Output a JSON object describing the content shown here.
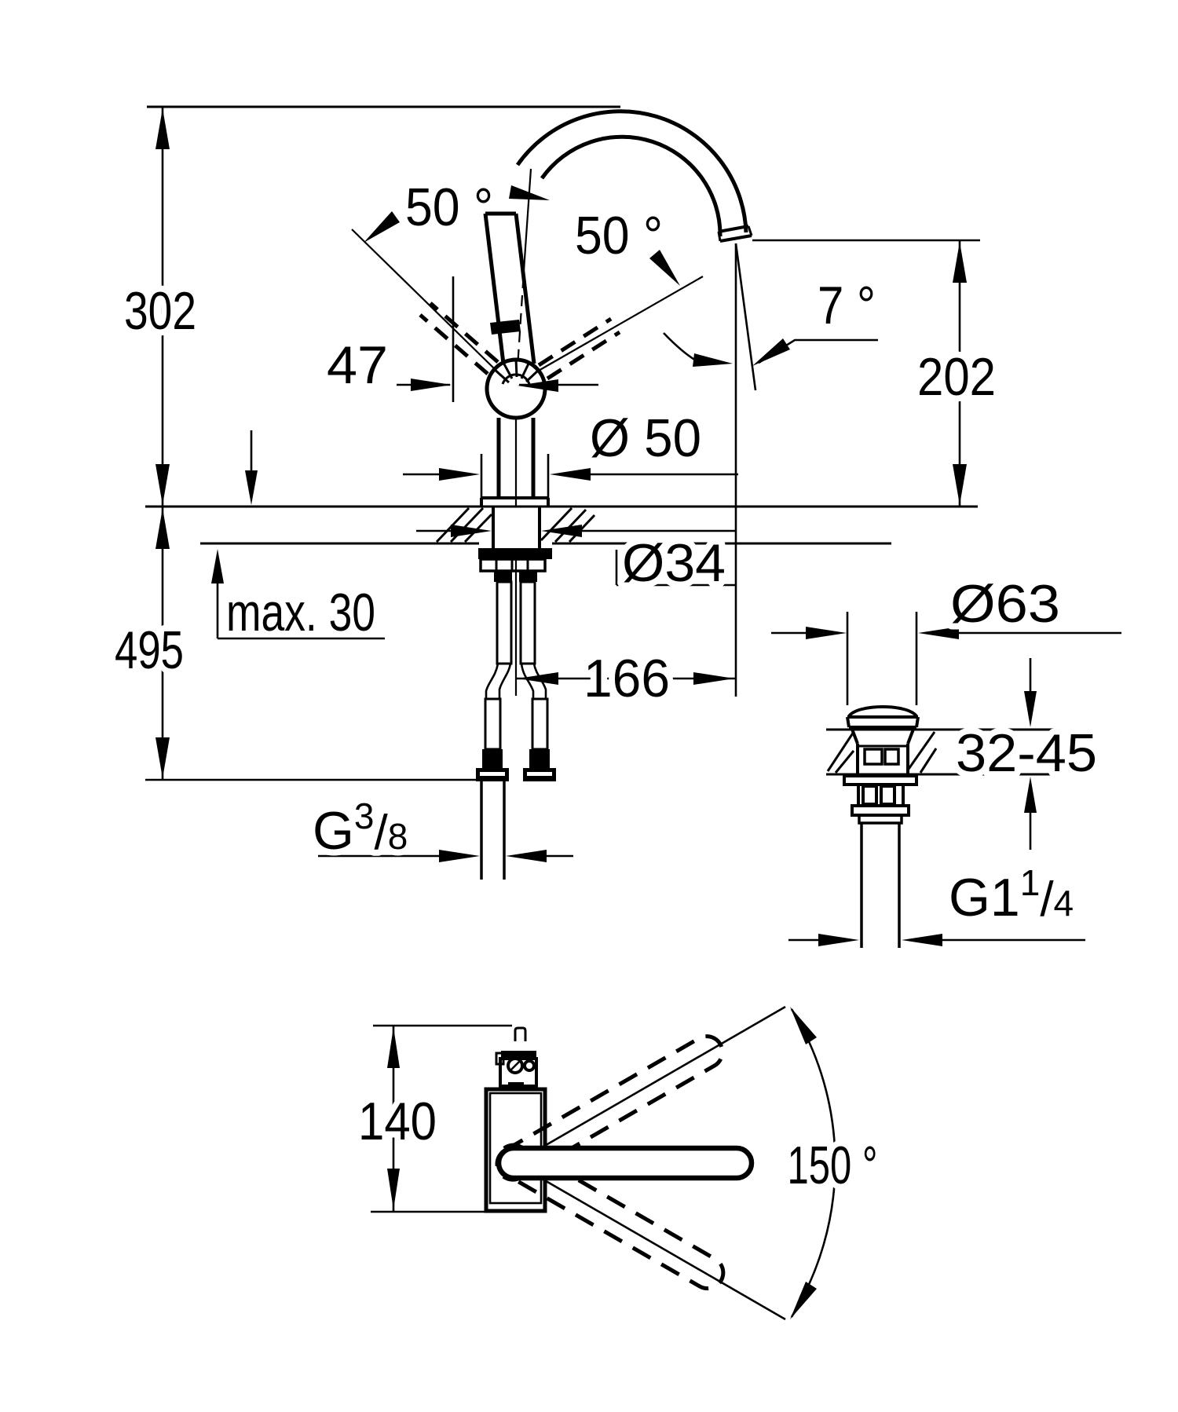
{
  "drawing": {
    "kind": "technical-dimension-drawing",
    "ink_color": "#000000",
    "paper_color": "#ffffff"
  },
  "views": {
    "main": {
      "labels": {
        "height_above_deck": "302",
        "height_below_deck": "495",
        "spout_outlet_height": "202",
        "handle_projection": "47",
        "base_diameter": "Ø 50",
        "shank_diameter": "Ø34",
        "max_deck_thickness": "max. 30",
        "spout_reach": "166",
        "handle_tilt_left": "50 °",
        "handle_tilt_right": "50 °",
        "outlet_angle": "7 °",
        "supply_thread": {
          "prefix": "G",
          "numerator": "3",
          "slash": "/",
          "denominator": "8"
        }
      }
    },
    "waste": {
      "labels": {
        "plug_diameter": "Ø63",
        "deck_thickness_range": "32-45",
        "waste_thread": {
          "prefix": "G1",
          "numerator": "1",
          "slash": "/",
          "denominator": "4"
        }
      }
    },
    "top": {
      "labels": {
        "body_depth": "140",
        "swivel_range": "150 °"
      }
    }
  }
}
